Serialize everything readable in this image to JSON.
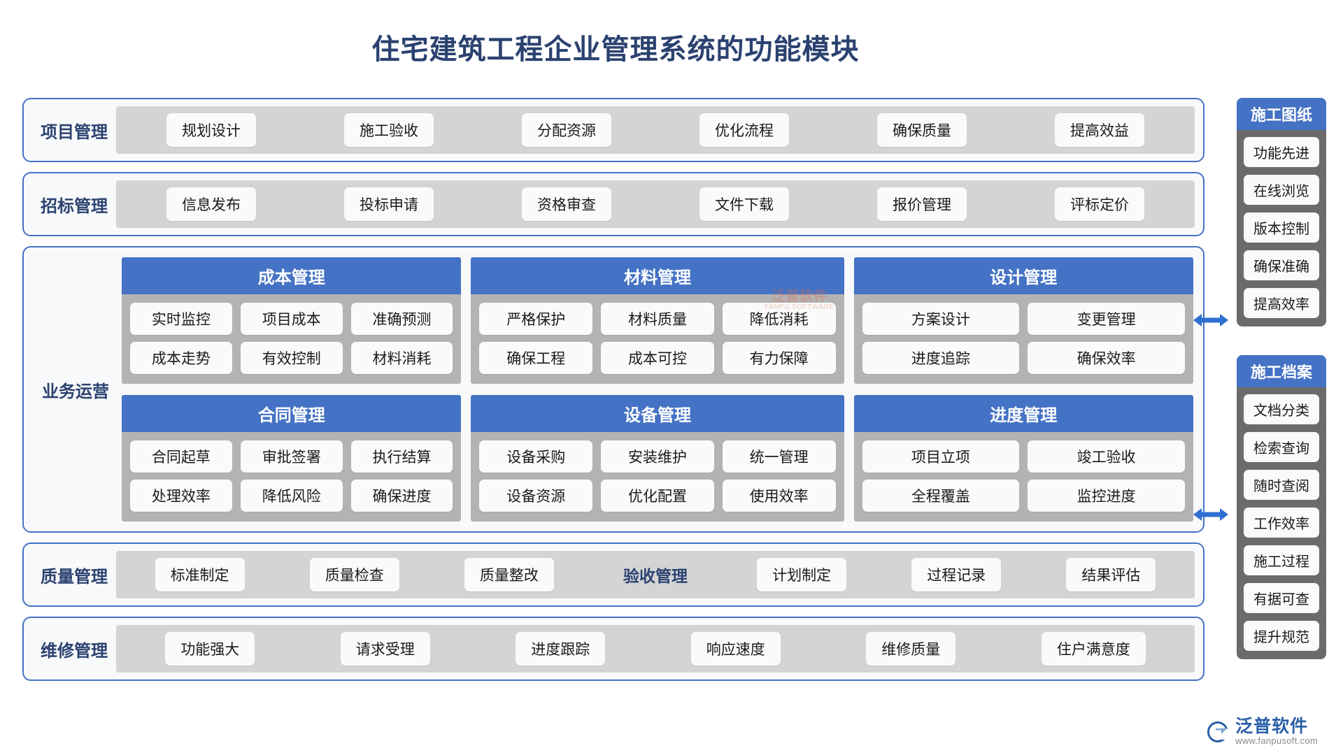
{
  "title": "住宅建筑工程企业管理系统的功能模块",
  "colors": {
    "title": "#2b4270",
    "accent_blue": "#4472c4",
    "band_gray": "#d4d4d4",
    "card_gray": "#b3b3b3",
    "sidebar_gray": "#6b6b6b",
    "pill_white": "#fafafa"
  },
  "rows": [
    {
      "label": "项目管理",
      "items": [
        "规划设计",
        "施工验收",
        "分配资源",
        "优化流程",
        "确保质量",
        "提高效益"
      ]
    },
    {
      "label": "招标管理",
      "items": [
        "信息发布",
        "投标申请",
        "资格审查",
        "文件下载",
        "报价管理",
        "评标定价"
      ]
    }
  ],
  "operations": {
    "label": "业务运营",
    "watermark": {
      "main": "泛普软件",
      "sub": "FANPU SOFTWARE"
    },
    "modules": [
      {
        "title": "成本管理",
        "rows": [
          [
            "实时监控",
            "项目成本",
            "准确预测"
          ],
          [
            "成本走势",
            "有效控制",
            "材料消耗"
          ]
        ]
      },
      {
        "title": "材料管理",
        "rows": [
          [
            "严格保护",
            "材料质量",
            "降低消耗"
          ],
          [
            "确保工程",
            "成本可控",
            "有力保障"
          ]
        ]
      },
      {
        "title": "设计管理",
        "rows": [
          [
            "方案设计",
            "变更管理"
          ],
          [
            "进度追踪",
            "确保效率"
          ]
        ]
      },
      {
        "title": "合同管理",
        "rows": [
          [
            "合同起草",
            "审批签署",
            "执行结算"
          ],
          [
            "处理效率",
            "降低风险",
            "确保进度"
          ]
        ]
      },
      {
        "title": "设备管理",
        "rows": [
          [
            "设备采购",
            "安装维护",
            "统一管理"
          ],
          [
            "设备资源",
            "优化配置",
            "使用效率"
          ]
        ]
      },
      {
        "title": "进度管理",
        "rows": [
          [
            "项目立项",
            "竣工验收"
          ],
          [
            "全程覆盖",
            "监控进度"
          ]
        ]
      }
    ]
  },
  "quality_row": {
    "label": "质量管理",
    "items_left": [
      "标准制定",
      "质量检查",
      "质量整改"
    ],
    "inline_label": "验收管理",
    "items_right": [
      "计划制定",
      "过程记录",
      "结果评估"
    ]
  },
  "maintenance_row": {
    "label": "维修管理",
    "items": [
      "功能强大",
      "请求受理",
      "进度跟踪",
      "响应速度",
      "维修质量",
      "住户满意度"
    ]
  },
  "sidebars": [
    {
      "title": "施工图纸",
      "items": [
        "功能先进",
        "在线浏览",
        "版本控制",
        "确保准确",
        "提高效率"
      ]
    },
    {
      "title": "施工档案",
      "items": [
        "文档分类",
        "检索查询",
        "随时查阅",
        "工作效率",
        "施工过程",
        "有据可查",
        "提升规范"
      ]
    }
  ],
  "logo": {
    "name": "泛普软件",
    "url": "www.fanpusoft.com"
  }
}
